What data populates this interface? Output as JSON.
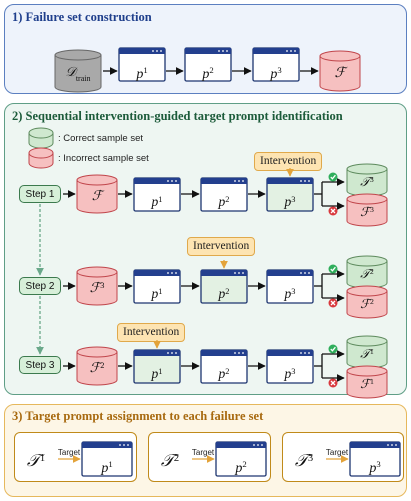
{
  "section1": {
    "title": "1) Failure set construction"
  },
  "section2": {
    "title": "2) Sequential intervention-guided target prompt identification",
    "legend": {
      "correct": ": Correct sample set",
      "incorrect": ": Incorrect sample set"
    },
    "steps": [
      "Step 1",
      "Step 2",
      "Step 3"
    ],
    "intervention_label": "Intervention"
  },
  "section3": {
    "title": "3) Target prompt assignment to each failure set",
    "target_label": "Target"
  },
  "colors": {
    "section1_border": "#5b7fc0",
    "section2_border": "#5f9e86",
    "section3_border": "#e6b85c",
    "correct_set": "#cfe8cf",
    "incorrect_set": "#f6c0c0",
    "prompt_header": "#233f8e",
    "intervened_prompt": "#e3f1e3",
    "check": "#2fae5c",
    "cross": "#d9393e"
  },
  "icons": [
    "cylinder-icon",
    "window-icon",
    "check-icon",
    "cross-icon"
  ]
}
